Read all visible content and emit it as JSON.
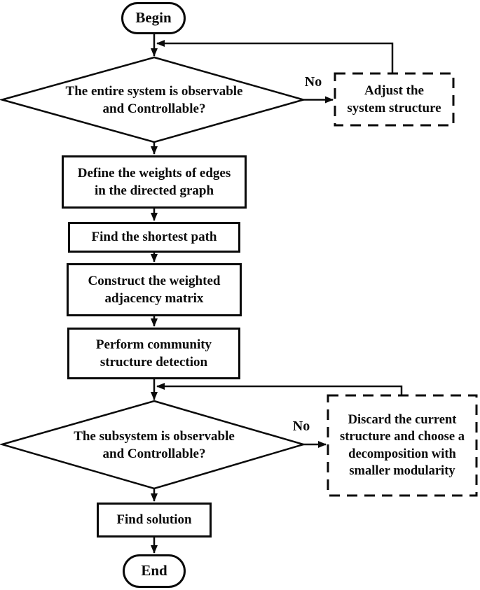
{
  "flowchart": {
    "nodes": {
      "begin": {
        "label": "Begin",
        "type": "terminator"
      },
      "decision_entire_system": {
        "label": "The entire system is observable\nand Controllable?",
        "type": "decision"
      },
      "adjust_structure": {
        "label": "Adjust the\nsystem structure",
        "type": "dashed-process"
      },
      "define_weights": {
        "label": "Define the weights of edges\nin the directed graph",
        "type": "process"
      },
      "shortest_path": {
        "label": "Find the shortest path",
        "type": "process"
      },
      "adjacency_matrix": {
        "label": "Construct the weighted\nadjacency matrix",
        "type": "process"
      },
      "community_detection": {
        "label": "Perform community\nstructure detection",
        "type": "process"
      },
      "decision_subsystem": {
        "label": "The subsystem is observable\nand Controllable?",
        "type": "decision"
      },
      "discard_structure": {
        "label": "Discard the current\nstructure and choose a\ndecomposition with\nsmaller modularity",
        "type": "dashed-process"
      },
      "find_solution": {
        "label": "Find solution",
        "type": "process"
      },
      "end": {
        "label": "End",
        "type": "terminator"
      }
    },
    "edge_labels": {
      "no_entire_system": "No",
      "no_subsystem": "No"
    },
    "colors": {
      "stroke": "#0a0a0a",
      "background": "#ffffff",
      "text": "#0a0a0a"
    }
  }
}
